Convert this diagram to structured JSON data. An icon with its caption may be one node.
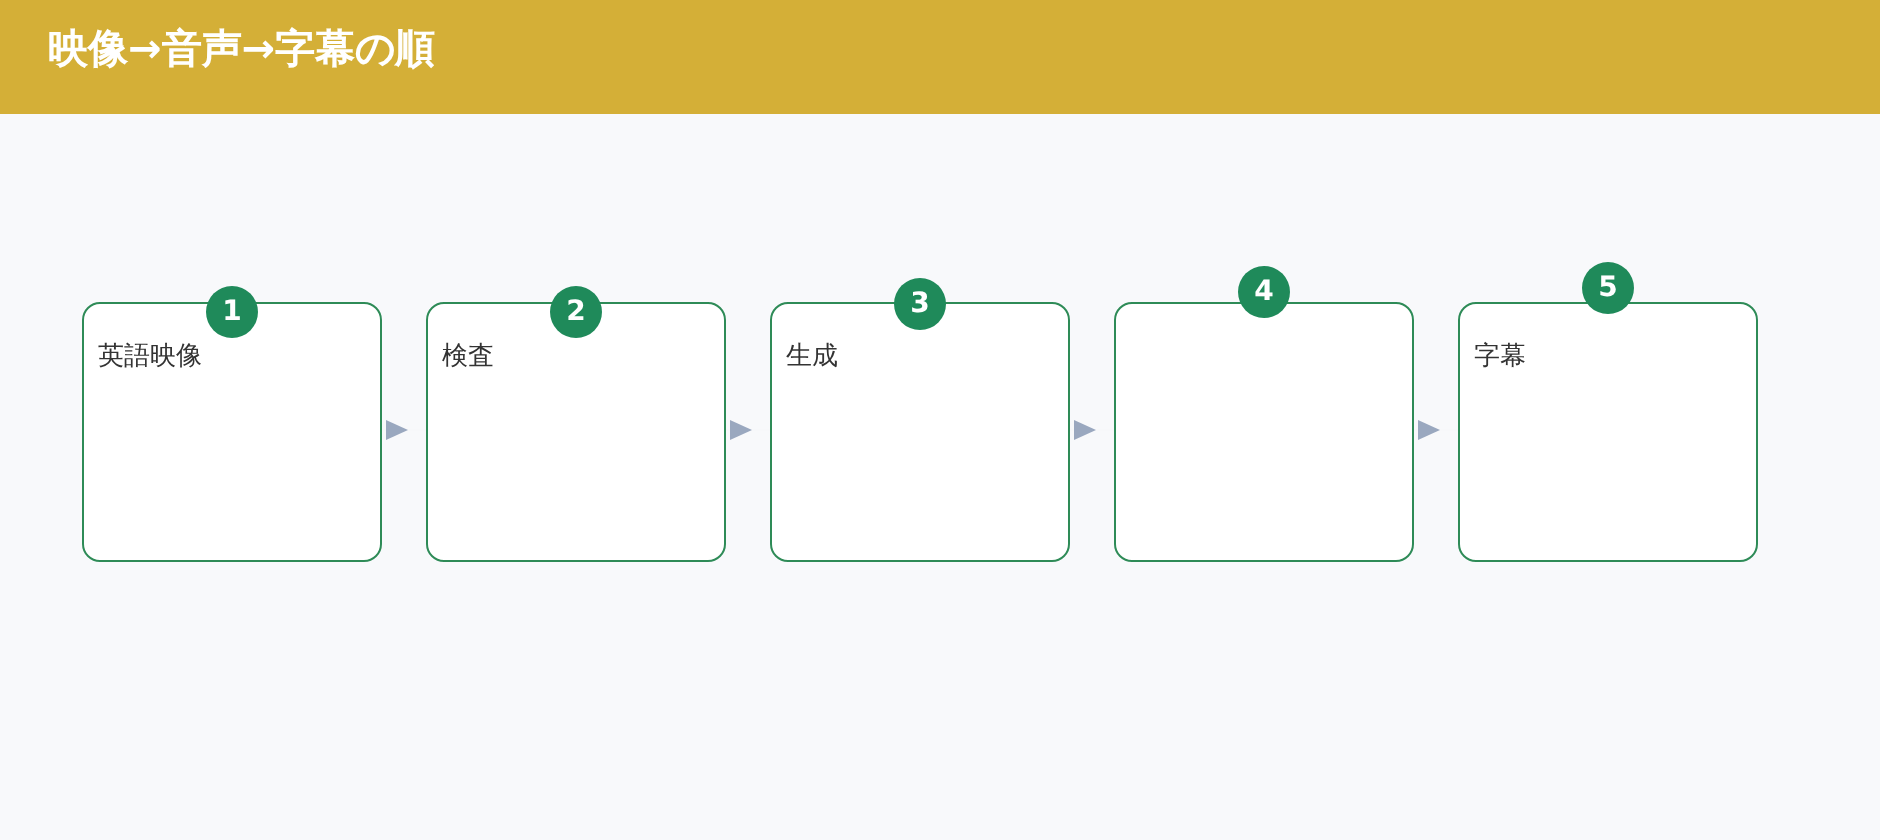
{
  "diagram": {
    "title": "映像→音声→字幕の順",
    "nodes": [
      {
        "text": [
          "英語映像"
        ]
      },
      {
        "text": [
          "検査"
        ]
      },
      {
        "text": [
          "生成"
        ]
      },
      {
        "text": [],
        "shape": "box"
      },
      {
        "text": [
          "字幕"
        ]
      }
    ],
    "edges": [
      {
        "from": 0,
        "to": 1,
        "arrow": "to"
      },
      {
        "from": 1,
        "to": 2,
        "arrow": "to"
      },
      {
        "from": 2,
        "to": 3,
        "arrow": "to"
      },
      {
        "from": 3,
        "to": 4,
        "arrow": "to"
      }
    ],
    "labels": [
      "1",
      "2",
      "3",
      "4",
      "5"
    ]
  }
}
